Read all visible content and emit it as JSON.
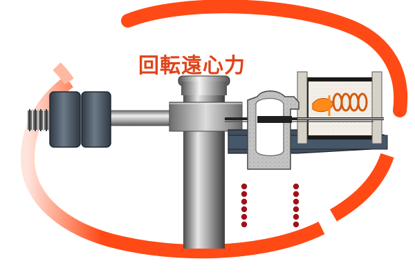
{
  "diagram": {
    "title": "回転遠心力",
    "colors": {
      "arc": "#ff4a16",
      "title": "#e0431a",
      "steel_dark": "#3a3a3a",
      "steel_light": "#d8d8d8",
      "weight": "#4a5663",
      "housing": "#404f60",
      "gray_block": "#bdbdbd",
      "dots": "#a1111a",
      "flame": "#ff8a1a"
    },
    "parts": [
      "threaded-bolt",
      "counterweight-left",
      "counterweight-right",
      "horizontal-shaft",
      "vertical-column",
      "column-cap",
      "hub-collar",
      "cutaway-cup",
      "housing-plate",
      "cylinder-chamber",
      "burner",
      "drop-column-left",
      "drop-column-right"
    ]
  }
}
